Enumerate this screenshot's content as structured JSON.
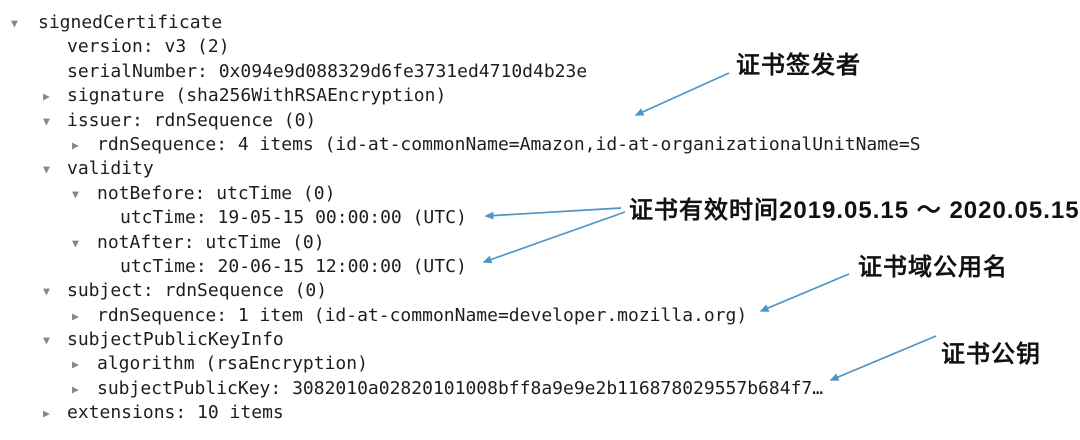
{
  "tree": {
    "rows": [
      {
        "level": 0,
        "toggle": "▼",
        "text": "signedCertificate"
      },
      {
        "level": 1,
        "toggle": "",
        "text": "version: v3 (2)"
      },
      {
        "level": 1,
        "toggle": "",
        "text": "serialNumber: 0x094e9d088329d6fe3731ed4710d4b23e"
      },
      {
        "level": 1,
        "toggle": "▶",
        "text": "signature (sha256WithRSAEncryption)"
      },
      {
        "level": 1,
        "toggle": "▼",
        "text": "issuer: rdnSequence (0)"
      },
      {
        "level": 2,
        "toggle": "▶",
        "text": "rdnSequence: 4 items (id-at-commonName=Amazon,id-at-organizationalUnitName=S"
      },
      {
        "level": 1,
        "toggle": "▼",
        "text": "validity"
      },
      {
        "level": 2,
        "toggle": "▼",
        "text": "notBefore: utcTime (0)"
      },
      {
        "level": 3,
        "toggle": "",
        "text": "utcTime: 19-05-15 00:00:00 (UTC)"
      },
      {
        "level": 2,
        "toggle": "▼",
        "text": "notAfter: utcTime (0)"
      },
      {
        "level": 3,
        "toggle": "",
        "text": "utcTime: 20-06-15 12:00:00 (UTC)"
      },
      {
        "level": 1,
        "toggle": "▼",
        "text": "subject: rdnSequence (0)"
      },
      {
        "level": 2,
        "toggle": "▶",
        "text": "rdnSequence: 1 item (id-at-commonName=developer.mozilla.org)"
      },
      {
        "level": 1,
        "toggle": "▼",
        "text": "subjectPublicKeyInfo"
      },
      {
        "level": 2,
        "toggle": "▶",
        "text": "algorithm (rsaEncryption)"
      },
      {
        "level": 2,
        "toggle": "▶",
        "text": "subjectPublicKey: 3082010a02820101008bff8a9e9e2b116878029557b684f7…"
      },
      {
        "level": 1,
        "toggle": "▶",
        "text": "extensions: 10 items"
      }
    ]
  },
  "annotations": {
    "issuer": {
      "text": "证书签发者"
    },
    "validity": {
      "text": "证书有效时间2019.05.15 ～ 2020.05.15"
    },
    "common_name": {
      "text": "证书域公用名"
    },
    "public_key": {
      "text": "证书公钥"
    }
  },
  "colors": {
    "background": "#ffffff",
    "tree_text": "#1e1e1e",
    "toggle_icon": "#878787",
    "annotation_text": "#111111",
    "arrow": "#4f94c7"
  }
}
